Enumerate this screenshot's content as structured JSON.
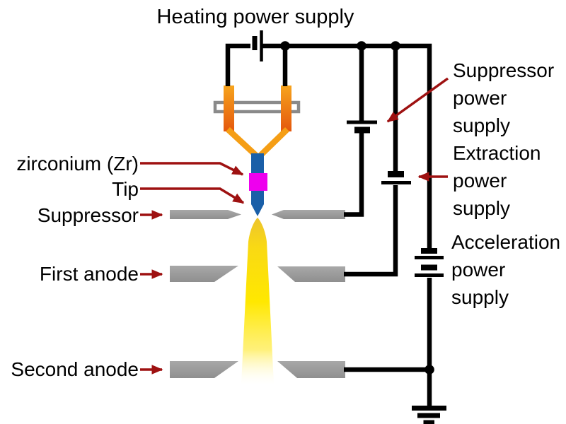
{
  "diagram": {
    "title": "Heating power supply",
    "left_labels": [
      {
        "text": "zirconium (Zr)",
        "points_to": "zirconium-reservoir"
      },
      {
        "text": "Tip",
        "points_to": "emitter-tip"
      },
      {
        "text": "Suppressor",
        "points_to": "suppressor-electrode"
      },
      {
        "text": "First anode",
        "points_to": "first-anode"
      },
      {
        "text": "Second anode",
        "points_to": "second-anode"
      }
    ],
    "right_labels": [
      {
        "text": "Suppressor power supply",
        "points_to": "suppressor-battery"
      },
      {
        "text": "Extraction power supply",
        "points_to": "extraction-battery"
      },
      {
        "text": "Acceleration power supply",
        "points_to": "acceleration-battery"
      }
    ],
    "icons": [
      "battery-icon",
      "multi-cell-battery-icon",
      "ground-icon",
      "junction-dot",
      "arrow-pointer"
    ],
    "colors": {
      "background": "#ffffff",
      "wire": "#000000",
      "label_text": "#000000",
      "arrow_red": "#9e1111",
      "electrode_gray": "#9b9b9b",
      "post_orange_top": "#f7a41d",
      "post_orange_bottom": "#e4570d",
      "filament_orange": "#f59e15",
      "tip_blue": "#1a5fa8",
      "zirconium_magenta": "#ee00ee",
      "beam_gold": "#ecc32f",
      "beam_yellow": "#ffe800",
      "insulator_border_gray": "#8a8a8a"
    }
  }
}
